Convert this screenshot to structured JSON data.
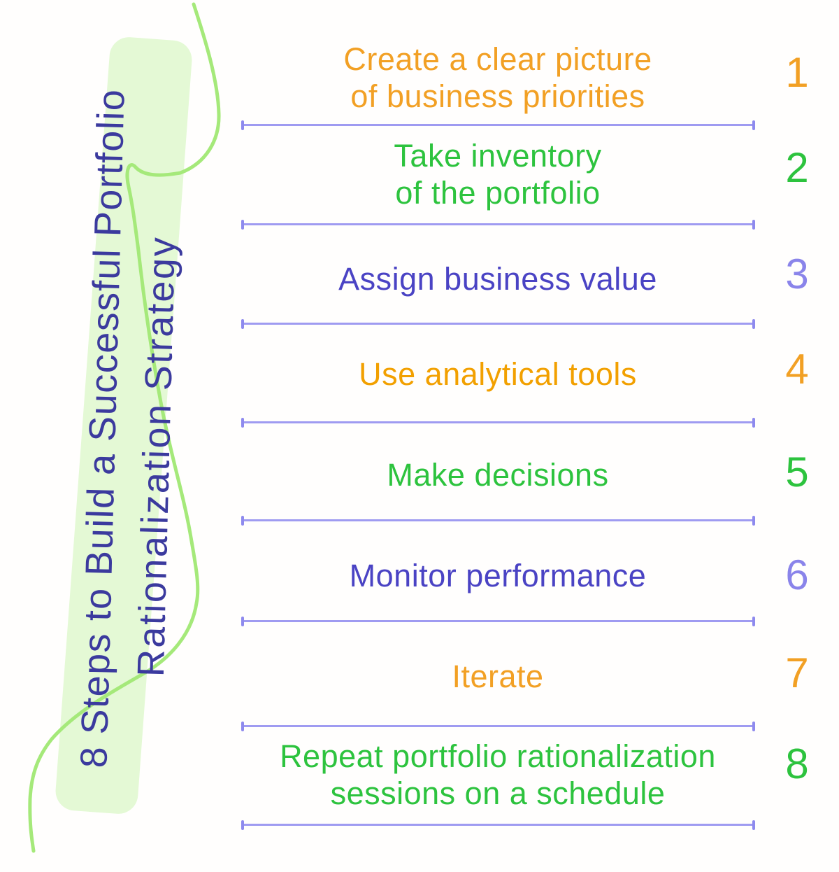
{
  "title": {
    "line1": "8 Steps to Build a Successful Portfolio",
    "line2": "Rationalization Strategy",
    "text_color": "#3b3a9e",
    "panel_color": "#e4f9d5"
  },
  "decor": {
    "squiggle_color": "#a5e97a",
    "divider_color": "#8e8aee"
  },
  "steps": [
    {
      "number": "1",
      "label": "Create a clear picture\nof business priorities",
      "text_color": "#f2a024",
      "number_color": "#f2a024"
    },
    {
      "number": "2",
      "label": "Take inventory\nof the portfolio",
      "text_color": "#2dc33e",
      "number_color": "#2dc33e"
    },
    {
      "number": "3",
      "label": "Assign business value",
      "text_color": "#4a43c4",
      "number_color": "#8a84ea"
    },
    {
      "number": "4",
      "label": "Use analytical tools",
      "text_color": "#f2a000",
      "number_color": "#f2a024"
    },
    {
      "number": "5",
      "label": "Make decisions",
      "text_color": "#2dc33e",
      "number_color": "#2dc33e"
    },
    {
      "number": "6",
      "label": "Monitor performance",
      "text_color": "#4a43c4",
      "number_color": "#8a84ea"
    },
    {
      "number": "7",
      "label": "Iterate",
      "text_color": "#f2a024",
      "number_color": "#f2a024"
    },
    {
      "number": "8",
      "label": "Repeat portfolio rationalization\nsessions on a schedule",
      "text_color": "#2dc33e",
      "number_color": "#2dc33e"
    }
  ]
}
